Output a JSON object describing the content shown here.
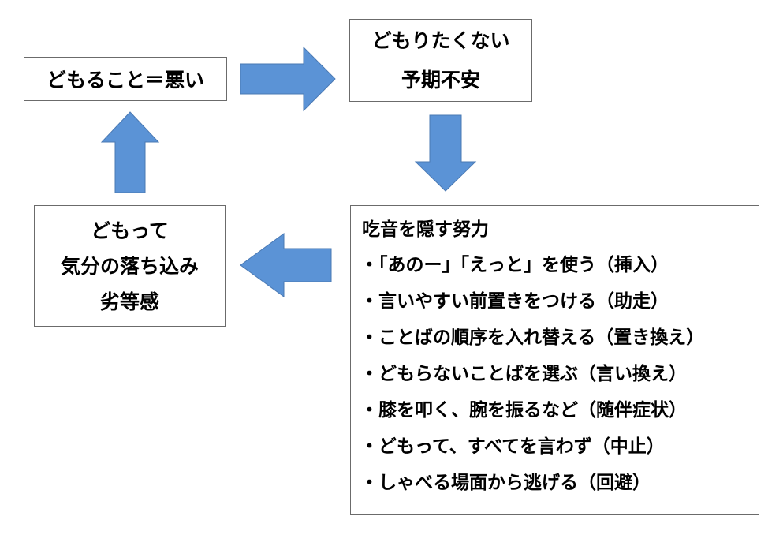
{
  "diagram": {
    "boxes": {
      "stuttering_bad": "どもること＝悪い",
      "anxiety": {
        "line1": "どもりたくない",
        "line2": "予期不安"
      },
      "feelings": {
        "line1": "どもって",
        "line2": "気分の落ち込み",
        "line3": "劣等感"
      },
      "efforts": {
        "heading": "吃音を隠す努力",
        "items": [
          "・「あのー」「えっと」を使う（挿入）",
          "・言いやすい前置きをつける（助走）",
          "・ことばの順序を入れ替える（置き換え）",
          "・どもらないことばを選ぶ（言い換え）",
          "・膝を叩く、腕を振るなど（随伴症状）",
          "・どもって、すべてを言わず（中止）",
          "・しゃべる場面から逃げる（回避）"
        ]
      }
    },
    "colors": {
      "arrow_fill": "#5b93d6",
      "arrow_stroke": "#4a79b3",
      "box_border": "#6b6b6b"
    }
  }
}
